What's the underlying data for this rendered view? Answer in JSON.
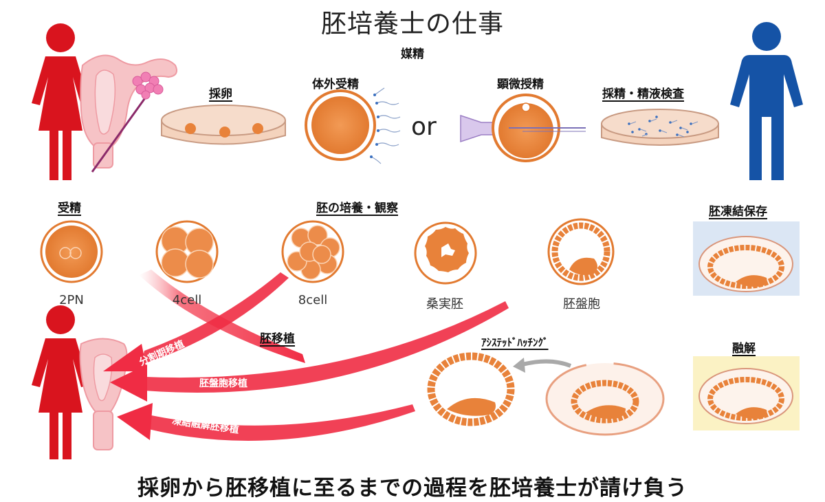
{
  "title": "胚培養士の仕事",
  "top_section": {
    "fertilization_header": "媒精",
    "egg_retrieval": "採卵",
    "ivf": "体外受精",
    "or": "or",
    "icsi": "顕微授精",
    "sperm_collection": "採精・精液検査"
  },
  "middle_section": {
    "fertilization": "受精",
    "culture_observation": "胚の培養・観察",
    "cryopreservation": "胚凍結保存",
    "stages": [
      "2PN",
      "4cell",
      "8cell",
      "桑実胚",
      "胚盤胞"
    ]
  },
  "lower_section": {
    "embryo_transfer": "胚移植",
    "assisted_hatching": "ｱｼｽﾃｯﾄﾞﾊｯﾁﾝｸﾞ",
    "thawing": "融解",
    "arrows": [
      "分割期移植",
      "胚盤胞移植",
      "凍結融解胚移植"
    ]
  },
  "footer": "採卵から胚移植に至るまでの過程を胚培養士が請け負う",
  "colors": {
    "female": "#d9141e",
    "male": "#1553a6",
    "embryo": "#e8823a",
    "arrow": "#f02c44",
    "uterus": "#f6c3c6",
    "freeze_bg": "#dbe6f4",
    "thaw_bg": "#fbf2c4"
  }
}
